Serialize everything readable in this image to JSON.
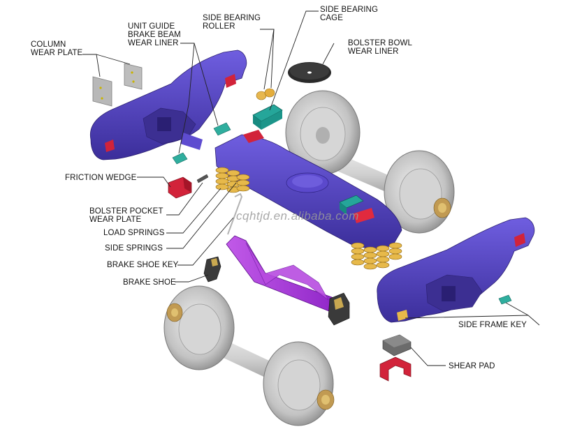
{
  "labels": {
    "column_wear_plate": [
      "COLUMN",
      "WEAR PLATE"
    ],
    "unit_guide_brake_beam_wear_liner": [
      "UNIT GUIDE",
      "BRAKE BEAM",
      "WEAR LINER"
    ],
    "side_bearing_roller": [
      "SIDE BEARING",
      "ROLLER"
    ],
    "side_bearing_cage": [
      "SIDE BEARING",
      "CAGE"
    ],
    "bolster_bowl_wear_liner": [
      "BOLSTER BOWL",
      "WEAR LINER"
    ],
    "friction_wedge": "FRICTION WEDGE",
    "bolster_pocket_wear_plate": [
      "BOLSTER POCKET",
      "WEAR PLATE"
    ],
    "load_springs": "LOAD SPRINGS",
    "side_springs": "SIDE SPRINGS",
    "brake_shoe_key": "BRAKE SHOE KEY",
    "brake_shoe": "BRAKE SHOE",
    "side_frame_key": "SIDE FRAME KEY",
    "shear_pad": "SHEAR PAD"
  },
  "watermark": "cqhtjd.en.alibaba.com",
  "colors": {
    "frame": "#5a48c8",
    "frame_dark": "#3a2c96",
    "wheel": "#c7c7c7",
    "axle": "#d5d5d5",
    "spring": "#e7b94a",
    "wedge": "#d2233a",
    "brake_beam": "#a63ad8",
    "teal": "#1e9b94",
    "plate": "#b9b9b9",
    "bowl": "#2a2a2a"
  }
}
